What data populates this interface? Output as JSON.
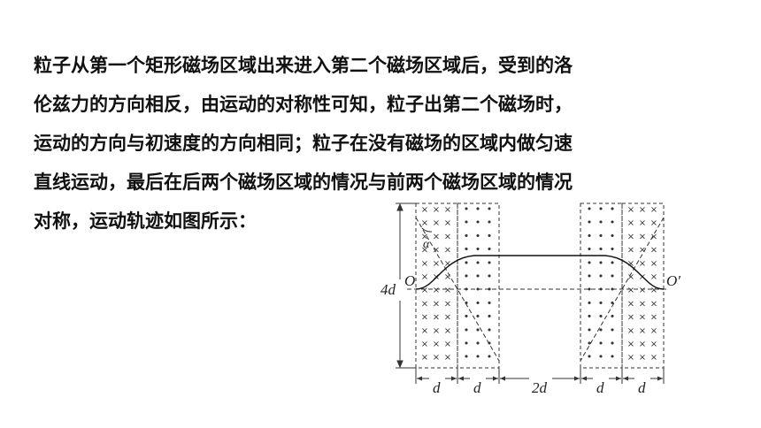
{
  "paragraph": {
    "lines": [
      "粒子从第一个矩形磁场区域出来进入第二个磁场区域后，受到的洛",
      "伦兹力的方向相反，由运动的对称性可知，粒子出第二个磁场时，",
      "运动的方向与初速度的方向相同；粒子在没有磁场的区域内做匀速",
      "直线运动，最后在后两个磁场区域的情况与前两个磁场区域的情况",
      "对称，运动轨迹如图所示："
    ]
  },
  "figure": {
    "height_label": "4d",
    "origin_label": "O",
    "exit_label": "O′",
    "angle_label": "α",
    "width_labels": [
      "d",
      "d",
      "2d",
      "d",
      "d"
    ],
    "field_regions": [
      {
        "symbol": "×",
        "meaning": "field into page"
      },
      {
        "symbol": "•",
        "meaning": "field out of page"
      },
      {
        "symbol": "•",
        "meaning": "field out of page"
      },
      {
        "symbol": "×",
        "meaning": "field into page"
      }
    ]
  }
}
